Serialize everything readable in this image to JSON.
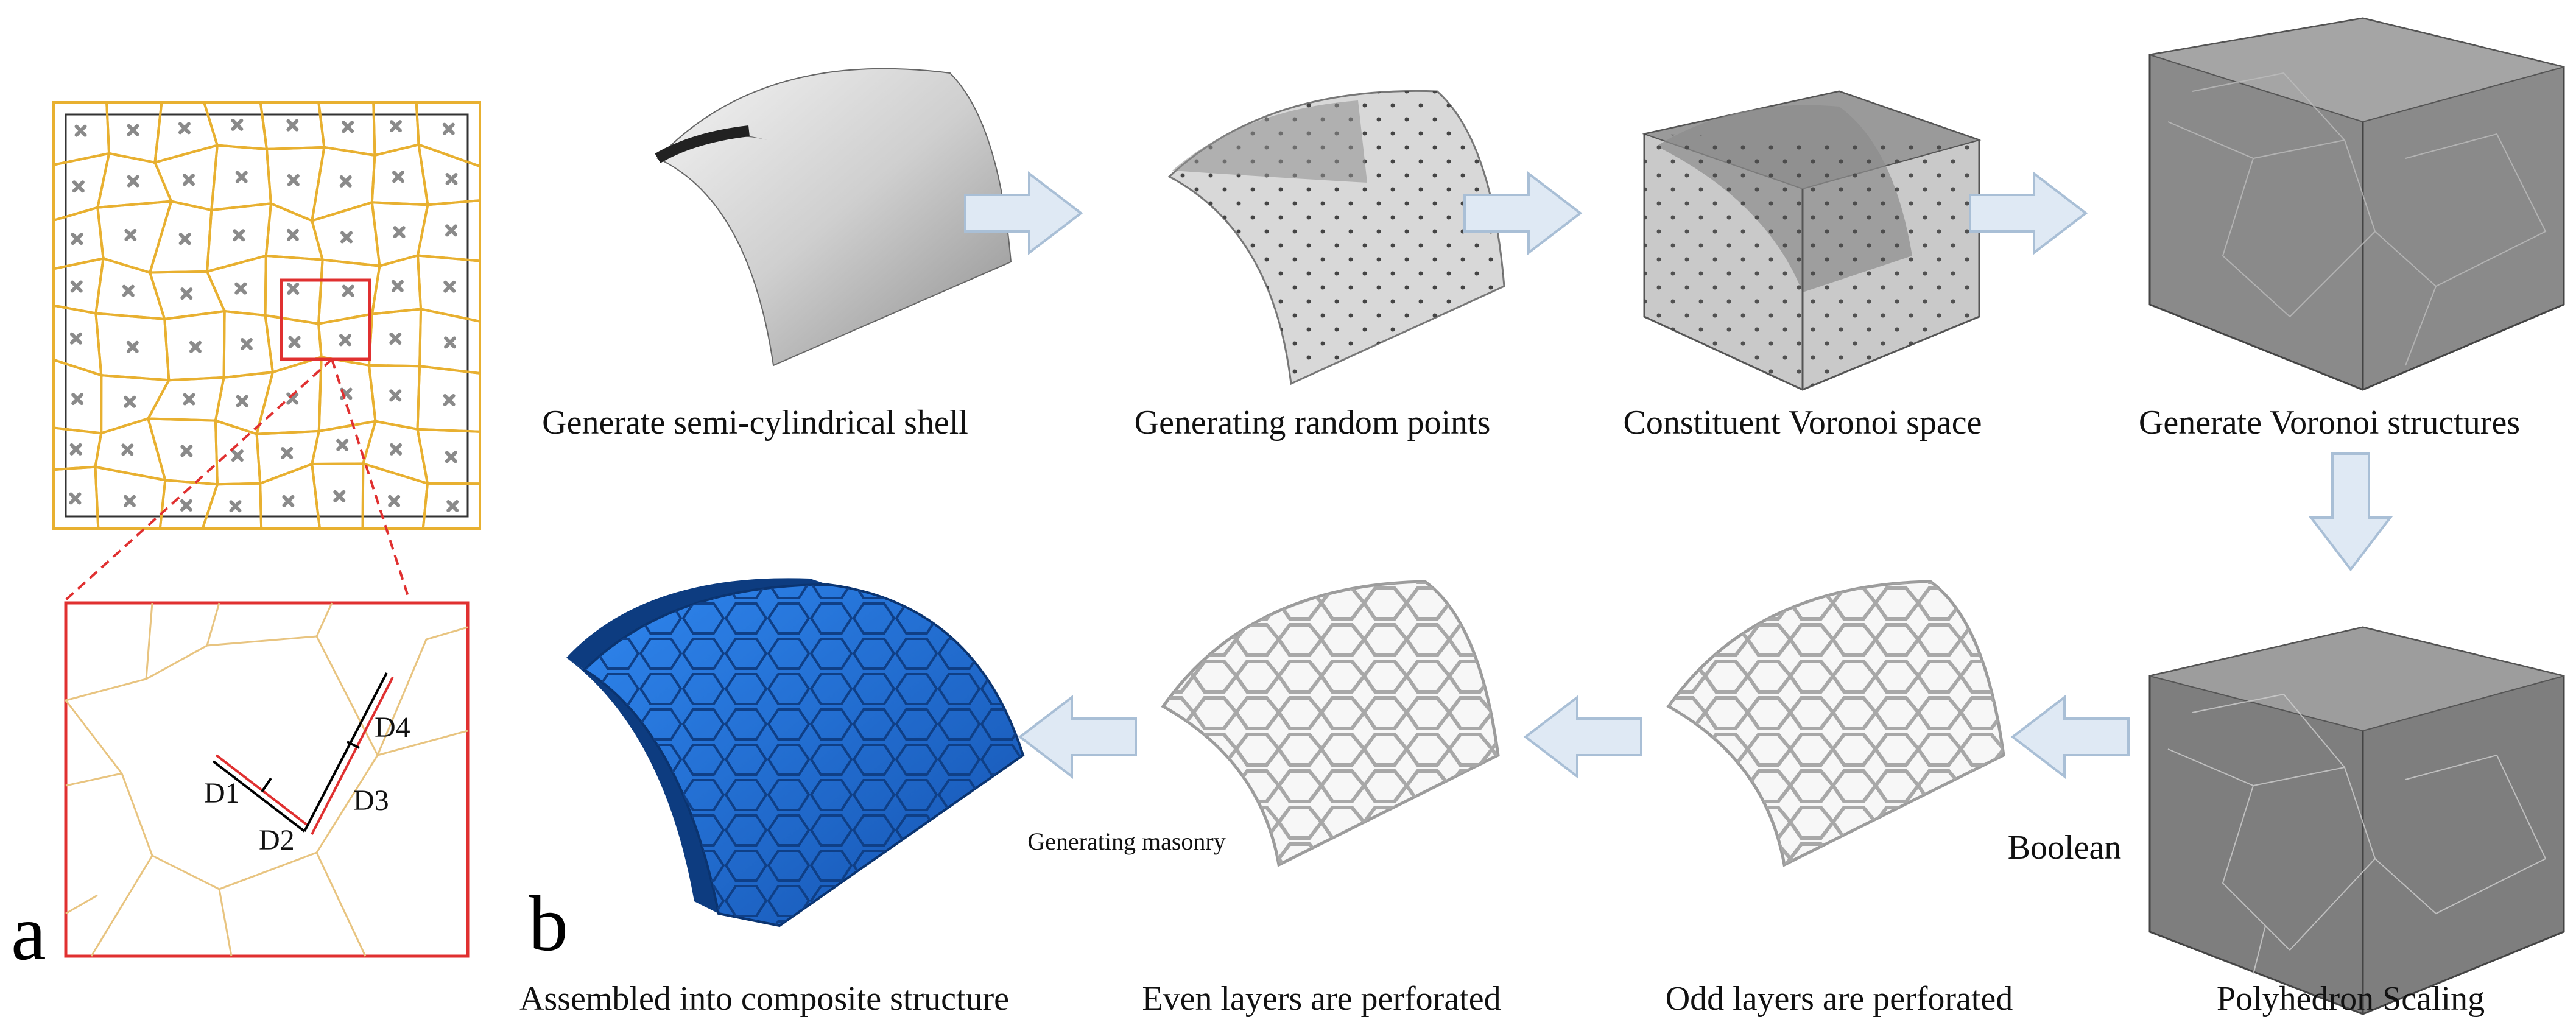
{
  "panel_a": {
    "letter": "a",
    "distance_labels": [
      "D1",
      "D2",
      "D3",
      "D4"
    ]
  },
  "panel_b": {
    "letter": "b",
    "steps": [
      "Generate semi-cylindrical shell",
      "Generating random points",
      "Constituent Voronoi space",
      "Generate Voronoi structures",
      "Polyhedron Scaling",
      "Odd layers are perforated",
      "Even layers are perforated",
      "Assembled into composite structure"
    ],
    "arrow_labels": {
      "boolean": "Boolean",
      "generating_masonry": "Generating masonry"
    }
  },
  "colors": {
    "voronoi_edge": "#e8b030",
    "zoom_box": "#e03030",
    "arrow_fill": "#dfe9f4",
    "arrow_stroke": "#a9bfd6",
    "shell_blue": "#1e6fd9",
    "polyhedron_gray": "#6e6e6e"
  }
}
